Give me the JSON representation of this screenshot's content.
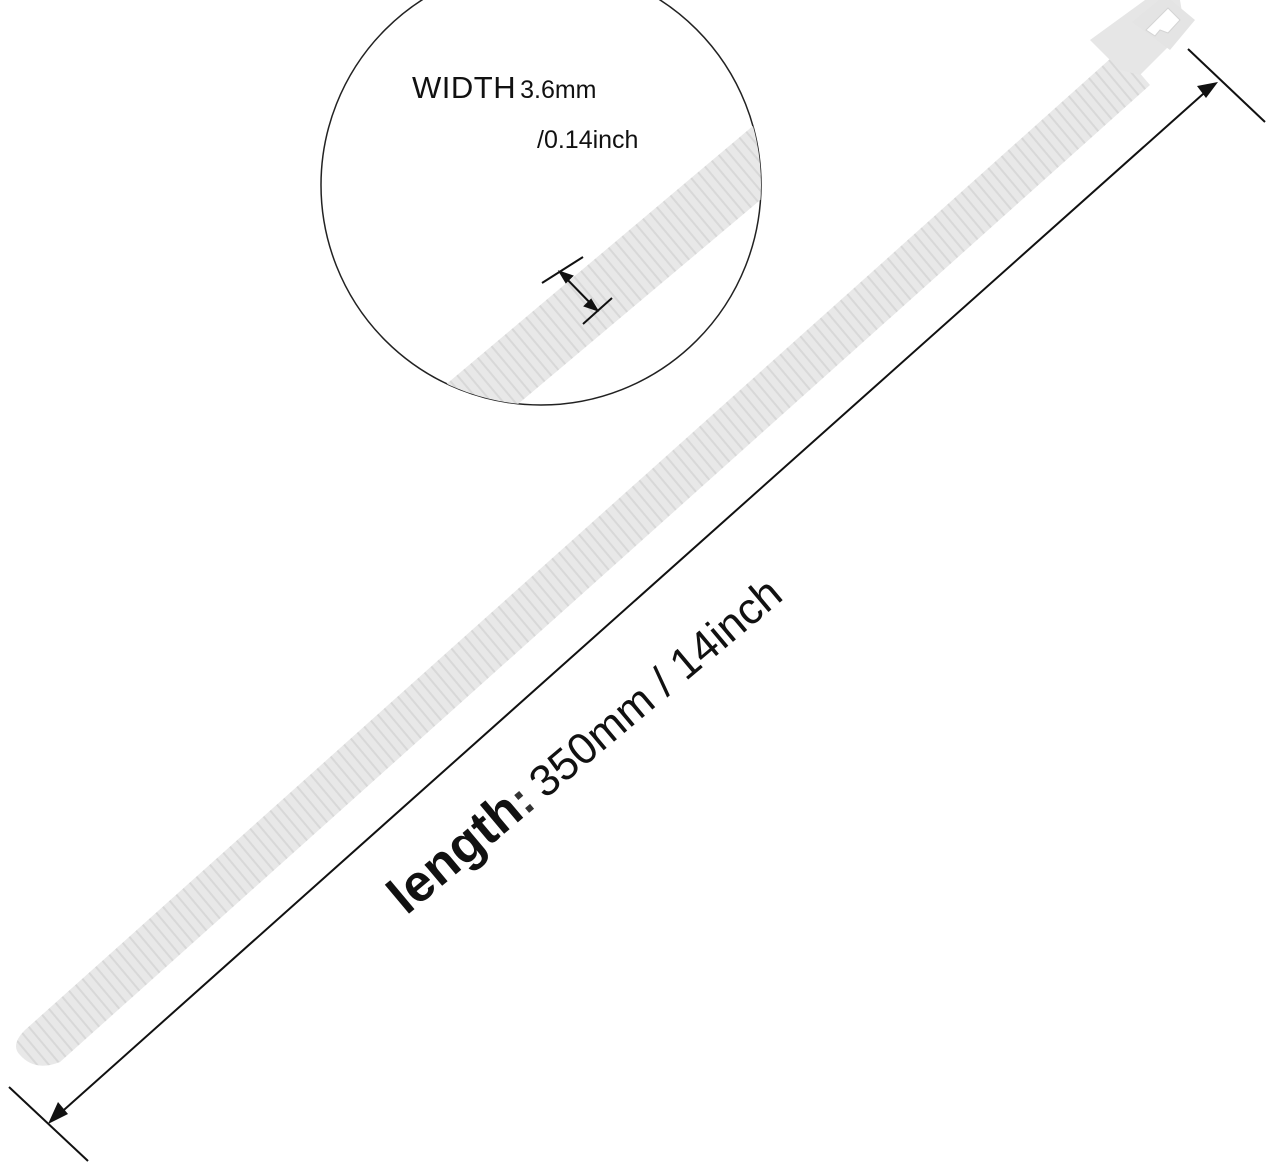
{
  "diagram": {
    "subject": "cable tie",
    "width_callout": {
      "label": "WIDTH",
      "value_mm": "3.6mm",
      "value_inch": "/0.14inch"
    },
    "length_callout": {
      "label": "length",
      "separator": ":",
      "value": "350mm / 14inch"
    },
    "colors": {
      "background": "#ffffff",
      "tie": "#e6e6e6",
      "tie_ridges": "#d9d9d9",
      "lines": "#111111",
      "text": "#111111"
    }
  }
}
